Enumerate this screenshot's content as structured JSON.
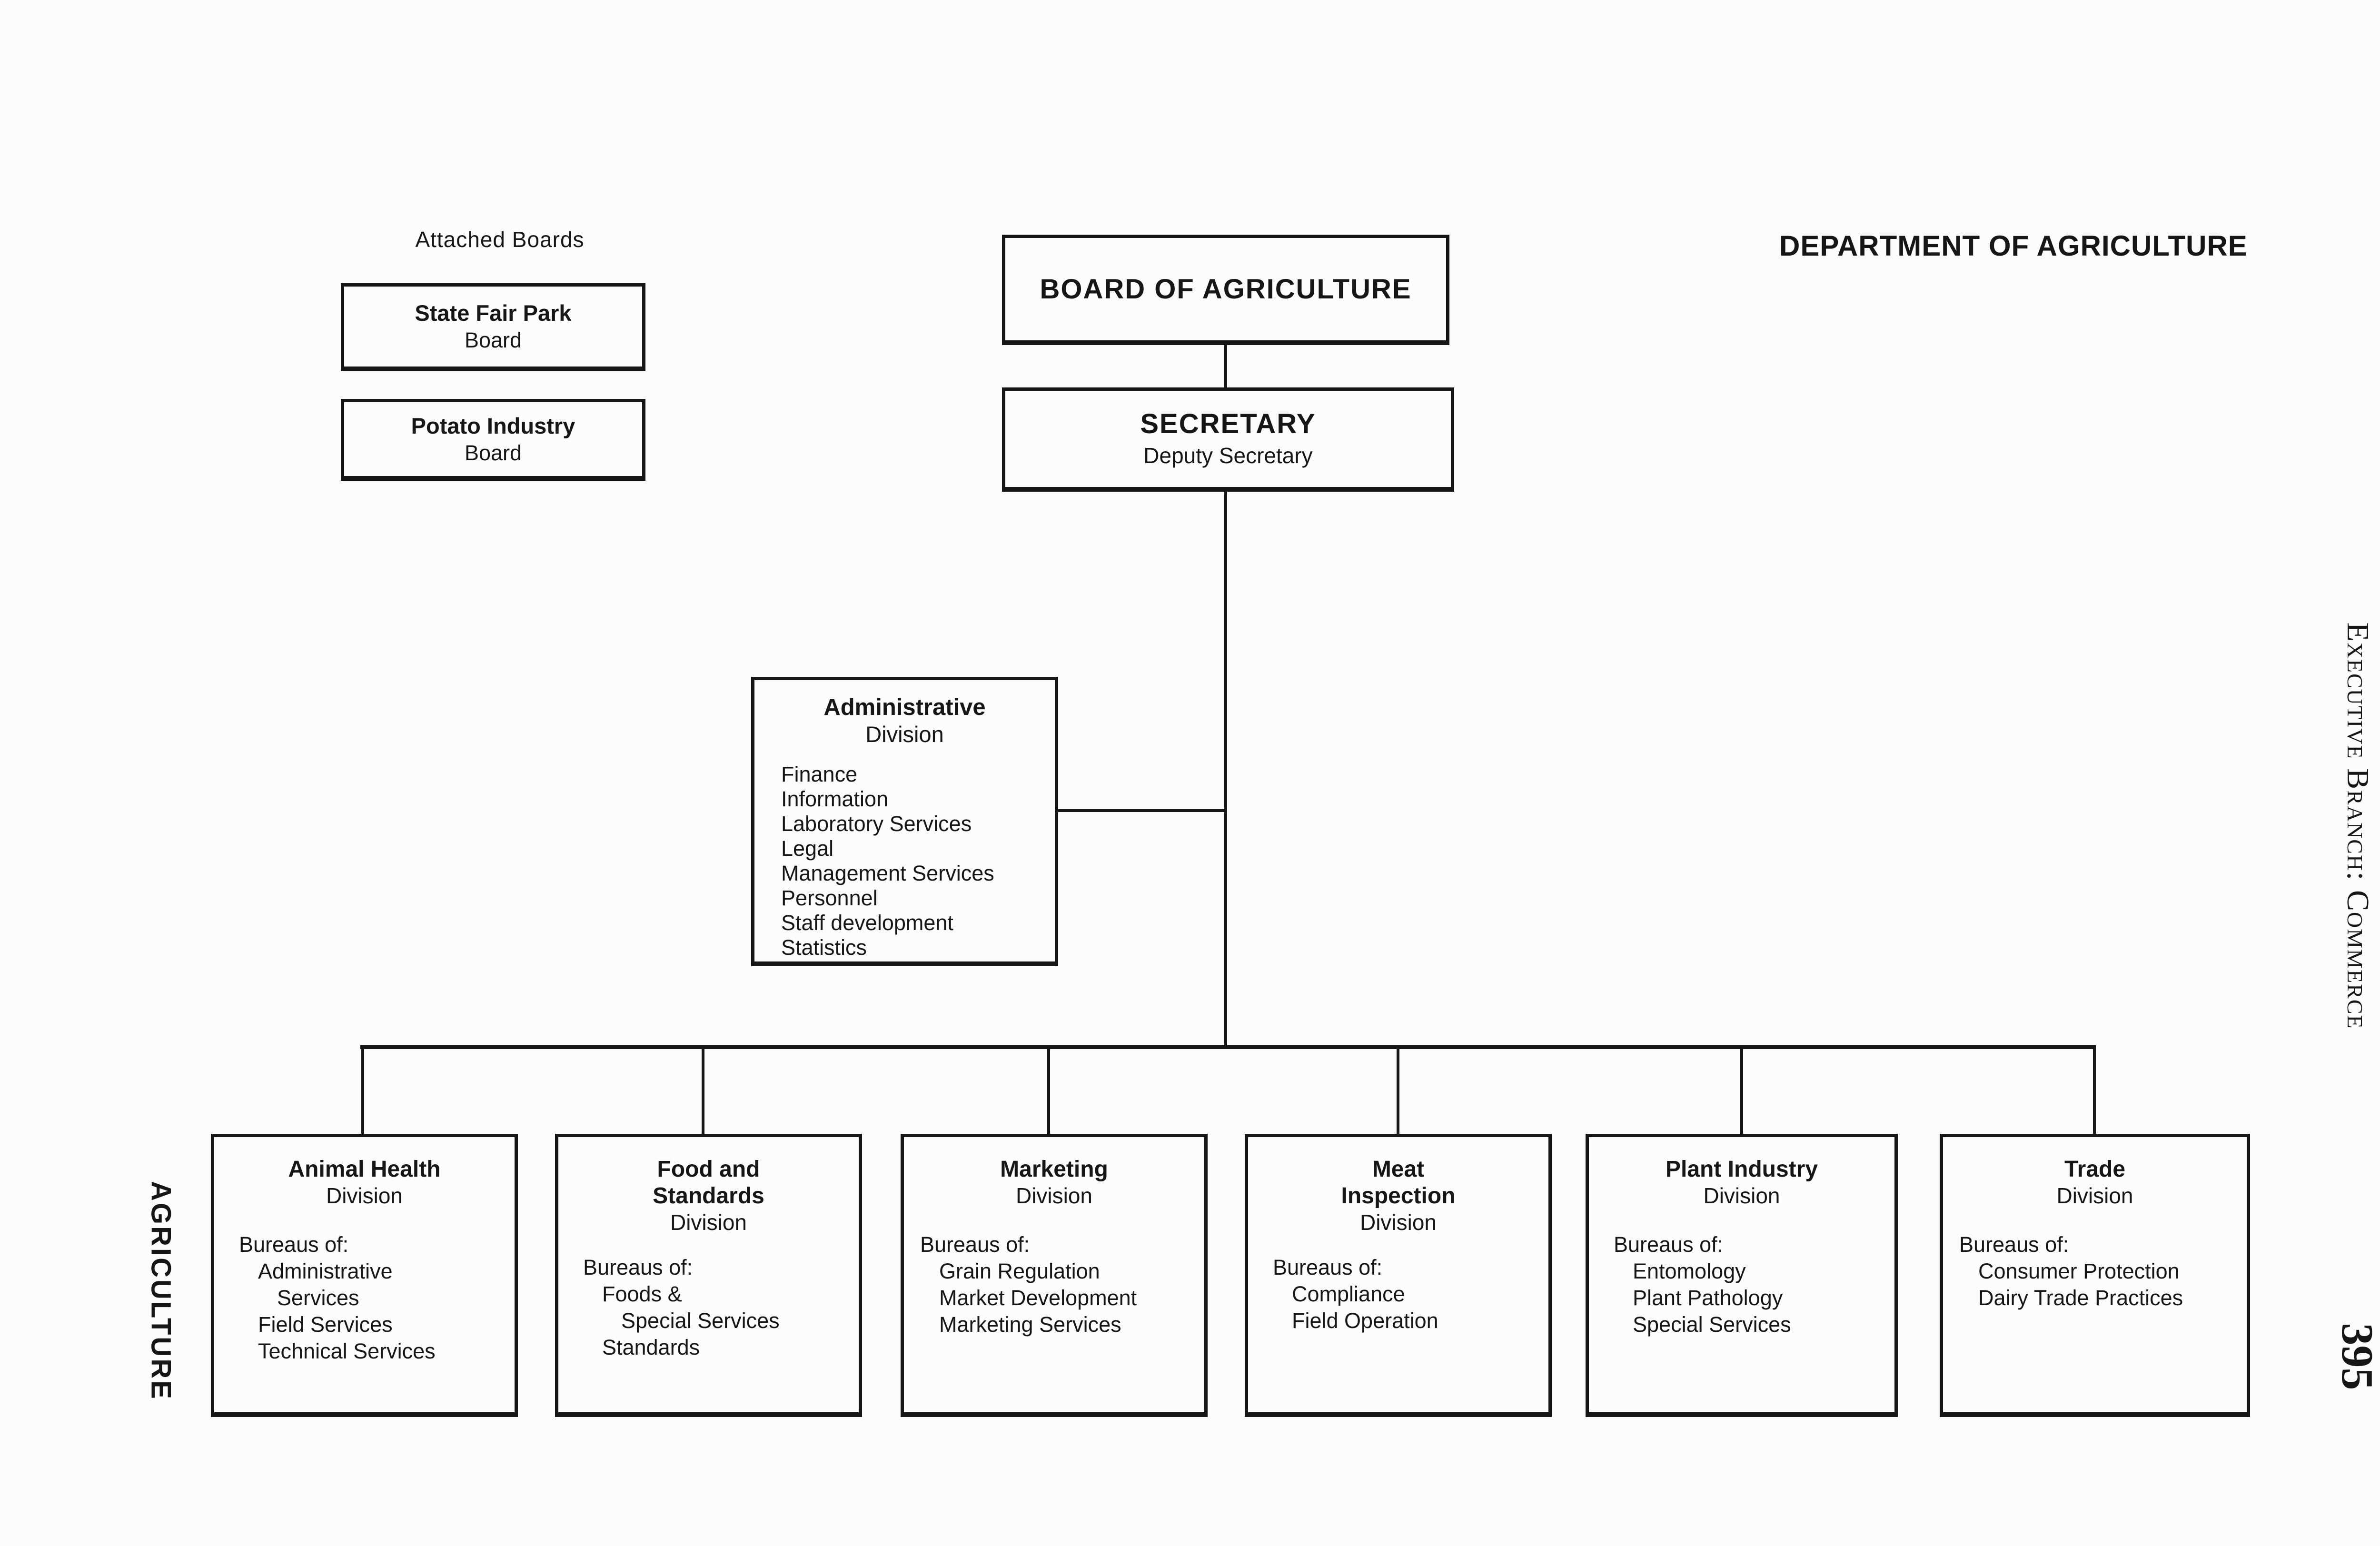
{
  "page": {
    "title": "DEPARTMENT OF AGRICULTURE",
    "right_caption": "Executive Branch: Commerce",
    "left_caption": "AGRICULTURE",
    "page_number": "395",
    "ink_color": "#161616",
    "paper_color": "#fcfcfa"
  },
  "attached_boards": {
    "label": "Attached Boards",
    "boards": [
      {
        "name": "State Fair Park",
        "type": "Board"
      },
      {
        "name": "Potato Industry",
        "type": "Board"
      }
    ]
  },
  "executive": {
    "board": "BOARD OF AGRICULTURE",
    "secretary": "SECRETARY",
    "deputy": "Deputy Secretary"
  },
  "admin_division": {
    "title": "Administrative",
    "subtitle": "Division",
    "units": [
      "Finance",
      "Information",
      "Laboratory Services",
      "Legal",
      "Management Services",
      "Personnel",
      "Staff development",
      "Statistics"
    ]
  },
  "divisions": [
    {
      "title_lines": [
        "Animal Health"
      ],
      "subtitle": "Division",
      "bureaus_label": "Bureaus of:",
      "bureaus": [
        "Administrative",
        "Services",
        "Field Services",
        "Technical Services"
      ]
    },
    {
      "title_lines": [
        "Food and",
        "Standards"
      ],
      "subtitle": "Division",
      "bureaus_label": "Bureaus of:",
      "bureaus": [
        "Foods &",
        "Special Services",
        "Standards"
      ]
    },
    {
      "title_lines": [
        "Marketing"
      ],
      "subtitle": "Division",
      "bureaus_label": "Bureaus of:",
      "bureaus": [
        "Grain Regulation",
        "Market Development",
        "Marketing Services"
      ]
    },
    {
      "title_lines": [
        "Meat",
        "Inspection"
      ],
      "subtitle": "Division",
      "bureaus_label": "Bureaus of:",
      "bureaus": [
        "Compliance",
        "Field Operation"
      ]
    },
    {
      "title_lines": [
        "Plant Industry"
      ],
      "subtitle": "Division",
      "bureaus_label": "Bureaus of:",
      "bureaus": [
        "Entomology",
        "Plant Pathology",
        "Special Services"
      ]
    },
    {
      "title_lines": [
        "Trade"
      ],
      "subtitle": "Division",
      "bureaus_label": "Bureaus of:",
      "bureaus": [
        "Consumer Protection",
        "Dairy Trade Practices"
      ]
    }
  ]
}
